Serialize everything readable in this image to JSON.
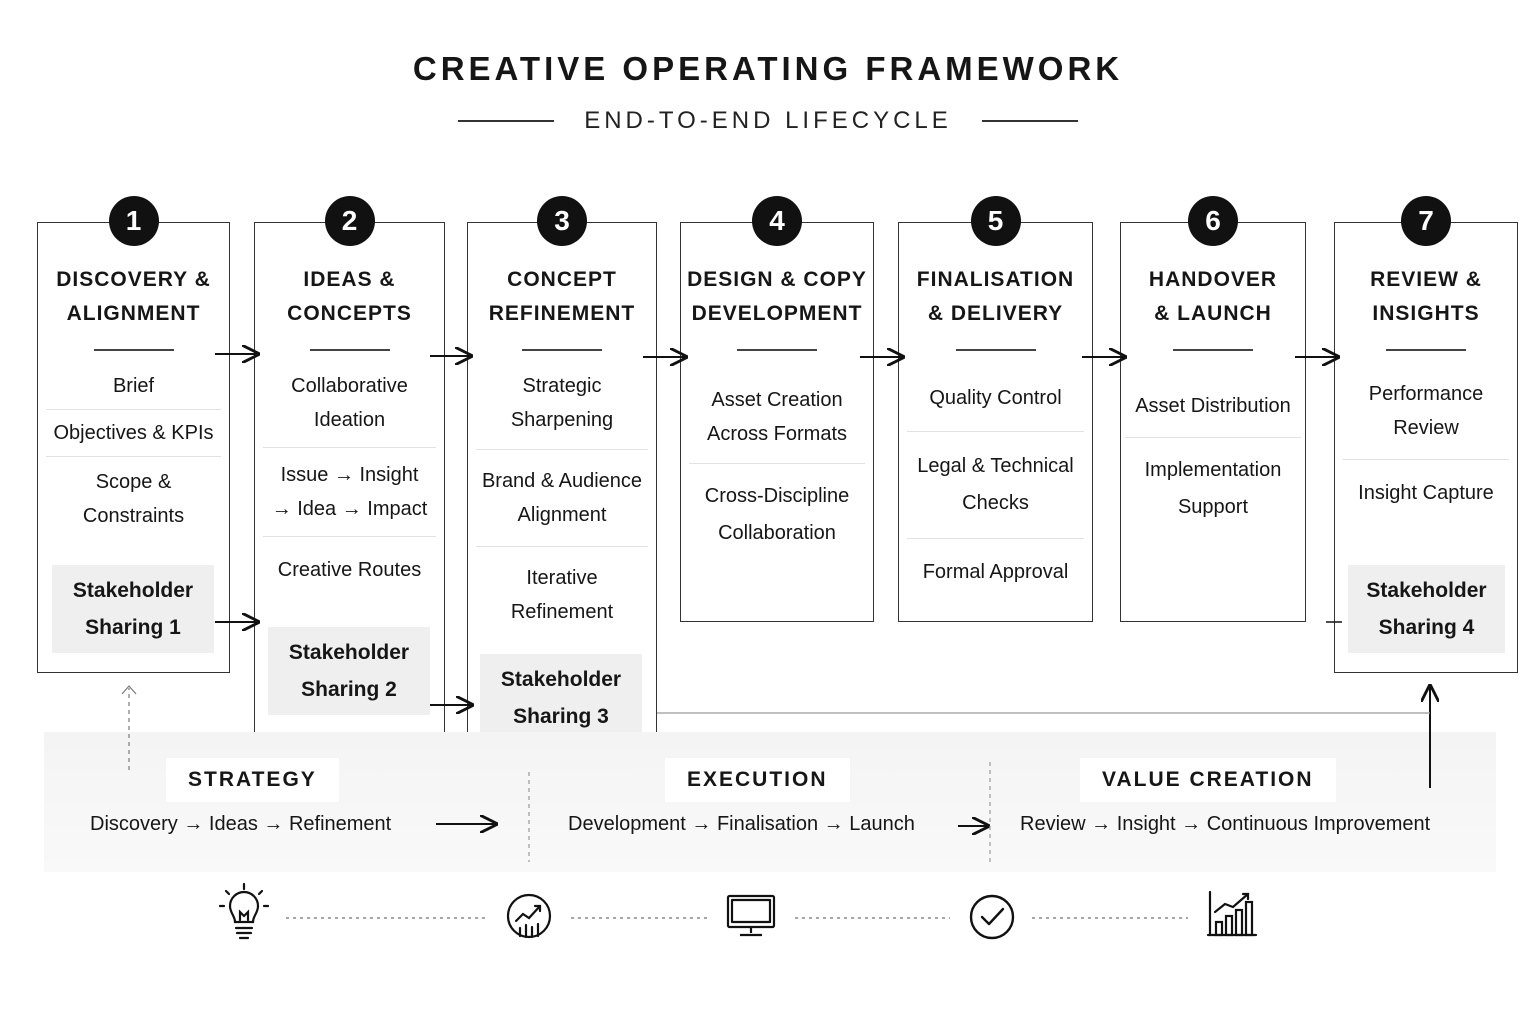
{
  "header": {
    "title": "CREATIVE OPERATING FRAMEWORK",
    "subtitle": "END-TO-END LIFECYCLE"
  },
  "stages": [
    {
      "number": "1",
      "title": "DISCOVERY &\nALIGNMENT",
      "items": [
        "Brief",
        "Objectives & KPIs",
        "Scope &\nConstraints"
      ],
      "sharing": "Stakeholder\nSharing 1"
    },
    {
      "number": "2",
      "title": "IDEAS &\nCONCEPTS",
      "items": [
        "Collaborative\nIdeation",
        "Issue → Insight\n→ Idea → Impact",
        "Creative Routes"
      ],
      "sharing": "Stakeholder\nSharing 2"
    },
    {
      "number": "3",
      "title": "CONCEPT\nREFINEMENT",
      "items": [
        "Strategic\nSharpening",
        "Brand & Audience\nAlignment",
        "Iterative\nRefinement"
      ],
      "sharing": "Stakeholder\nSharing 3"
    },
    {
      "number": "4",
      "title": "DESIGN & COPY\nDEVELOPMENT",
      "items": [
        "Asset Creation\nAcross Formats",
        "Cross-Discipline\nCollaboration"
      ]
    },
    {
      "number": "5",
      "title": "FINALISATION\n& DELIVERY",
      "items": [
        "Quality Control",
        "Legal & Technical\nChecks",
        "Formal Approval"
      ]
    },
    {
      "number": "6",
      "title": "HANDOVER\n& LAUNCH",
      "items": [
        "Asset Distribution",
        "Implementation\nSupport"
      ]
    },
    {
      "number": "7",
      "title": "REVIEW &\nINSIGHTS",
      "items": [
        "Performance\nReview",
        "Insight Capture"
      ],
      "sharing": "Stakeholder\nSharing 4"
    }
  ],
  "phases": [
    {
      "label": "STRATEGY",
      "flow": "Discovery → Ideas → Refinement"
    },
    {
      "label": "EXECUTION",
      "flow": "Development → Finalisation → Launch"
    },
    {
      "label": "VALUE CREATION",
      "flow": "Review → Insight → Continuous Improvement"
    }
  ],
  "icons": [
    "lightbulb-icon",
    "growth-chart-icon",
    "monitor-icon",
    "checkmark-icon",
    "bar-chart-icon"
  ],
  "colors": {
    "ink": "#161616",
    "badge": "#111111",
    "panel": "#efefef",
    "band": "#f6f6f6"
  }
}
